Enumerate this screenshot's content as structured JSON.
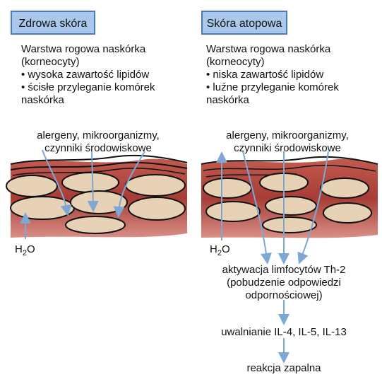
{
  "colors": {
    "title_box_fill": "#a9c8ec",
    "title_box_border": "#4d78bd",
    "arrow": "#7ea7d6",
    "skin_red": "#b5473f",
    "cell_fill": "#e8d2b6"
  },
  "left": {
    "title": "Zdrowa skóra",
    "desc_line1": "Warstwa rogowa naskórka",
    "desc_line2": "(korneocyty)",
    "bullet1": "• wysoka zawartość lipidów",
    "bullet2": "• ścisłe przyleganie komórek",
    "bullet2_cont": "naskórka",
    "agents_line1": "alergeny, mikroorganizmy,",
    "agents_line2": "czynniki środowiskowe",
    "water": "H",
    "water_sub": "2",
    "water_tail": "O"
  },
  "right": {
    "title": "Skóra atopowa",
    "desc_line1": "Warstwa rogowa naskórka",
    "desc_line2": "(korneocyty)",
    "bullet1": "• niska zawartość lipidów",
    "bullet2": "• luźne przyleganie komórek",
    "bullet2_cont": "naskórka",
    "agents_line1": "alergeny, mikroorganizmy,",
    "agents_line2": "czynniki środowiskowe",
    "water": "H",
    "water_sub": "2",
    "water_tail": "O",
    "activation_line1": "aktywacja limfocytów Th-2",
    "activation_line2": "(pobudzenie odpowiedzi",
    "activation_line3": "odpornościowej)",
    "release": "uwalnianie IL-4, IL-5, IL-13",
    "inflammation": "reakcja zapalna"
  }
}
